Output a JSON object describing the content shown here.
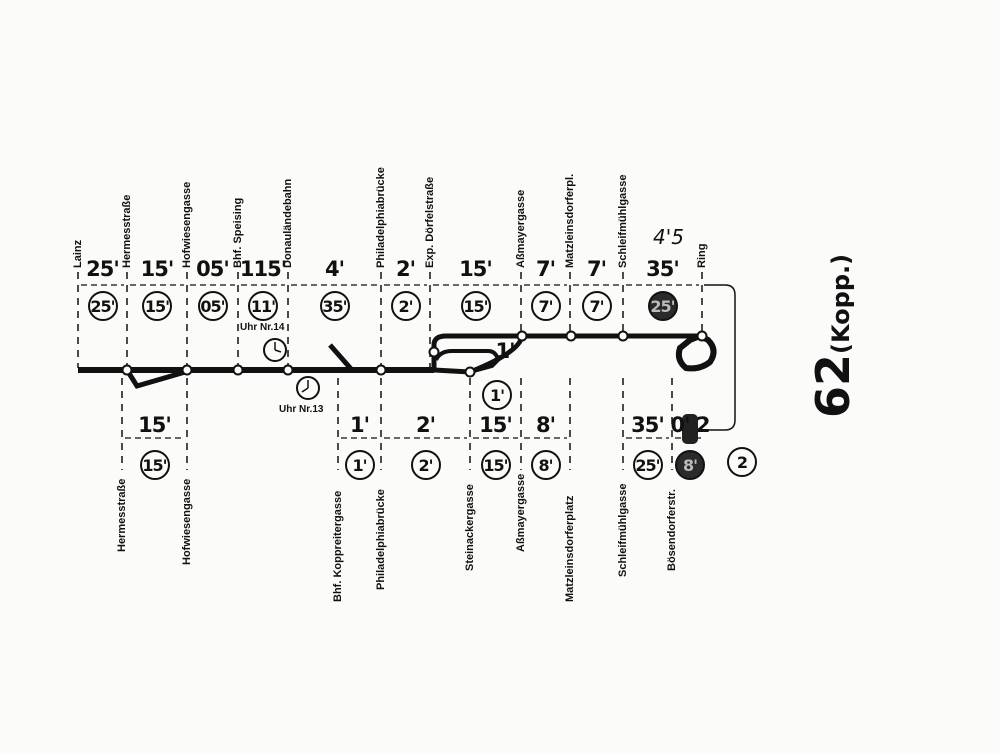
{
  "title": {
    "number": "62",
    "suffix": "(Kopp.)"
  },
  "hand_note": "4'5",
  "clock_labels": {
    "upper": "Uhr Nr.14",
    "lower": "Uhr Nr.13"
  },
  "top_stops": [
    "Lainz",
    "Hermesstraße",
    "Hofwiesengasse",
    "Bhf. Speising",
    "Donauländebahn",
    "Philadelphiabrücke",
    "Exp. Dörfelstraße",
    "Aßmayergasse",
    "Matzleinsdorferpl.",
    "Schleifmühlgasse",
    "Ring"
  ],
  "top_times": [
    "25'",
    "15'",
    "05'",
    "115'",
    "4'",
    "2'",
    "15'",
    "7'",
    "7'",
    "35'"
  ],
  "top_circles": [
    "25'",
    "15'",
    "05'",
    "11'",
    "35'",
    "2'",
    "15'",
    "7'",
    "7'",
    "25'"
  ],
  "upper_loop_time": "1'",
  "bottom_stops": [
    "Hermesstraße",
    "Hofwiesengasse",
    "Bhf. Koppreitergasse",
    "Philadelphiabrücke",
    "Steinackergasse",
    "Aßmayergasse",
    "Matzleinsdorferplatz",
    "Schleifmühlgasse",
    "Bösendorferstr."
  ],
  "bottom_times": [
    "15'",
    "1'",
    "2'",
    "15'",
    "8'",
    "35'",
    "0' 2"
  ],
  "bottom_circles": [
    "15'",
    "1'",
    "2'",
    "15'",
    "8'",
    "25'",
    "8'"
  ],
  "steinacker_circle": "1'",
  "return_circle": "2"
}
